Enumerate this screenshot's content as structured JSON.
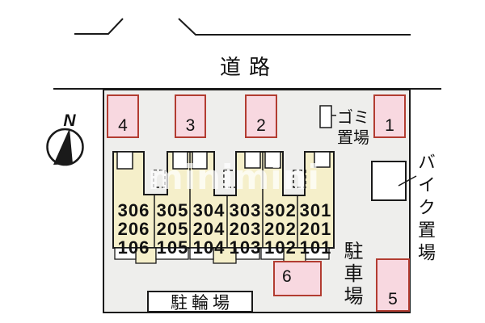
{
  "road": {
    "label": "道路"
  },
  "compass": {
    "north": "N"
  },
  "watermark": "minimini",
  "site": {
    "garbage_area": {
      "line1": "ゴミ",
      "line2": "置場"
    },
    "bike_area_label": "バイク置場",
    "car_park_label": "駐車場",
    "bicycle_park_label": "駐輪場"
  },
  "parking_spaces": [
    {
      "number": "4"
    },
    {
      "number": "3"
    },
    {
      "number": "2"
    },
    {
      "number": "1"
    },
    {
      "number": "6"
    },
    {
      "number": "5"
    }
  ],
  "building": {
    "units": [
      {
        "rooms": [
          "306",
          "206",
          "106"
        ]
      },
      {
        "rooms": [
          "305",
          "205",
          "105"
        ]
      },
      {
        "rooms": [
          "304",
          "204",
          "104"
        ]
      },
      {
        "rooms": [
          "303",
          "203",
          "103"
        ]
      },
      {
        "rooms": [
          "302",
          "202",
          "102"
        ]
      },
      {
        "rooms": [
          "301",
          "201",
          "101"
        ]
      }
    ]
  },
  "colors": {
    "parking_fill": "#f8d8e0",
    "parking_border": "#b23c31",
    "building_fill": "#f5efca",
    "site_fill": "#eeeeec",
    "line": "#1a1a1a"
  }
}
